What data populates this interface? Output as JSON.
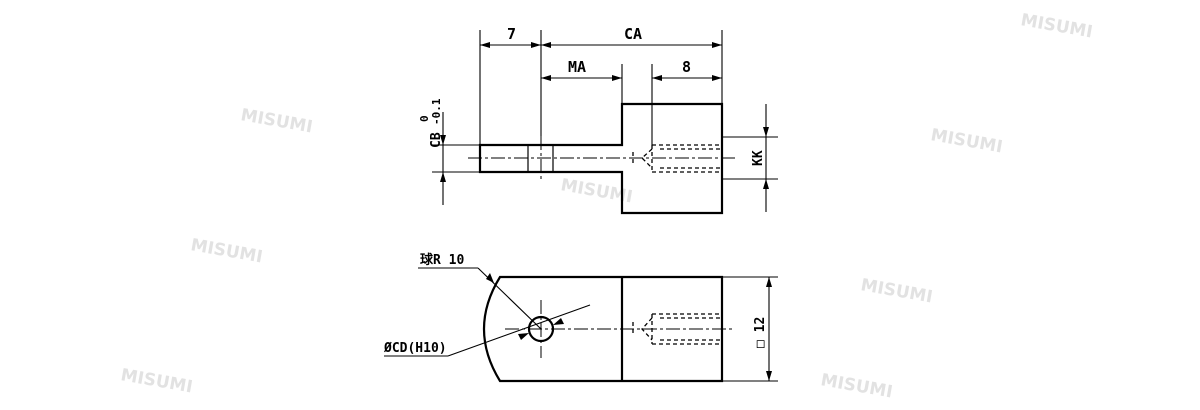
{
  "labels": {
    "dim_7": "7",
    "dim_ca": "CA",
    "dim_ma": "MA",
    "dim_8": "8",
    "dim_cb": "CB",
    "dim_cb_tol_upper": "0",
    "dim_cb_tol_lower": "-0.1",
    "dim_kk": "KK",
    "dim_sphere_radius": "球R 10",
    "dim_bore": "ØCD(H10)",
    "dim_square": "□ 12"
  },
  "watermark_text": "MISUMI",
  "colors": {
    "line": "#000000",
    "background": "#ffffff",
    "watermark": "#e2e2e2"
  }
}
